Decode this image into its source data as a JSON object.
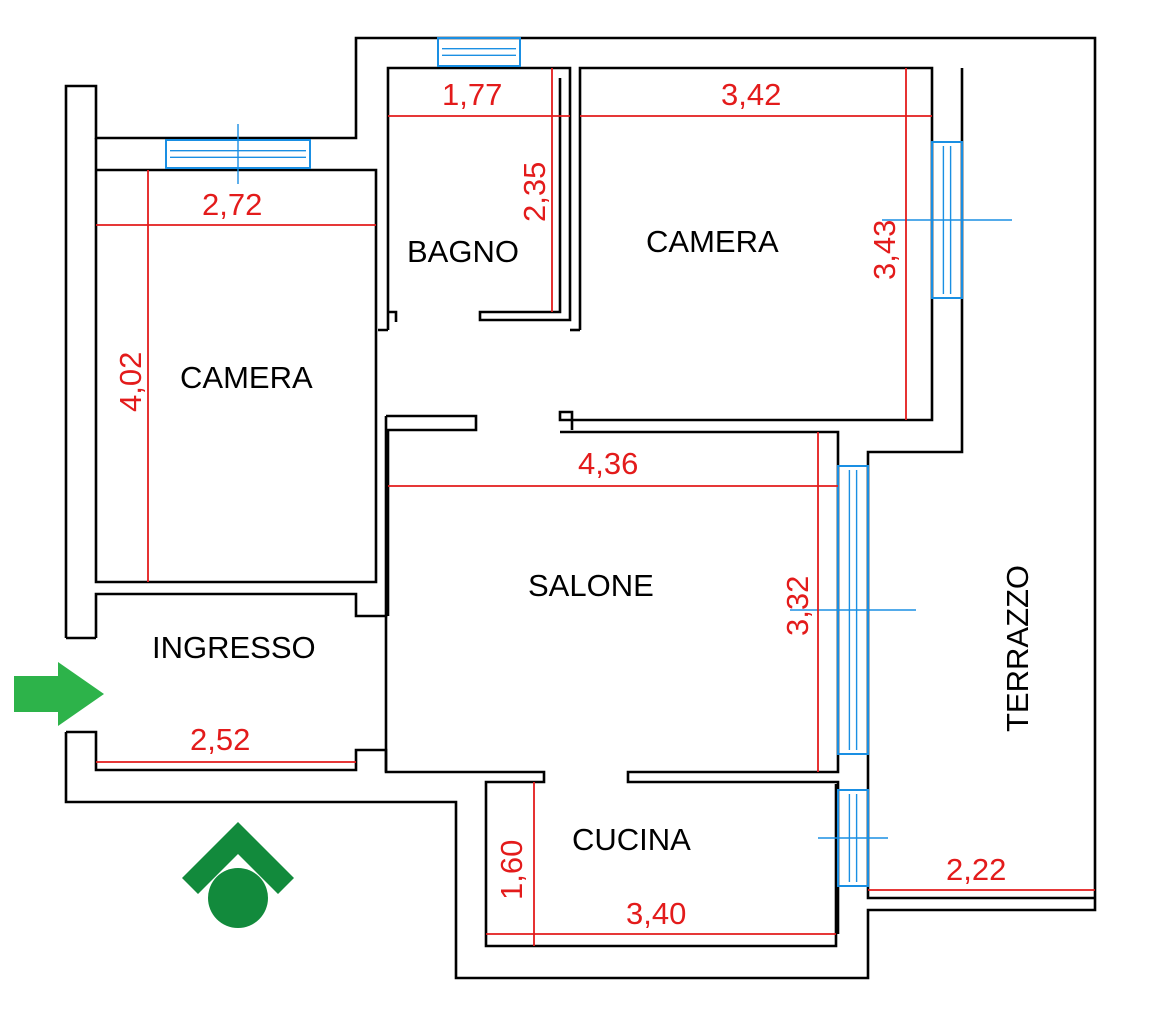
{
  "rooms": {
    "camera_left": "CAMERA",
    "bagno": "BAGNO",
    "camera_right": "CAMERA",
    "salone": "SALONE",
    "ingresso": "INGRESSO",
    "cucina": "CUCINA",
    "terrazzo": "TERRAZZO"
  },
  "dimensions": {
    "camera_left_width": "2,72",
    "camera_left_height": "4,02",
    "bagno_width": "1,77",
    "bagno_height": "2,35",
    "camera_right_width": "3,42",
    "camera_right_height": "3,43",
    "salone_width": "4,36",
    "salone_height": "3,32",
    "ingresso_width": "2,52",
    "cucina_height": "1,60",
    "cucina_width": "3,40",
    "terrazzo_width": "2,22"
  },
  "colors": {
    "walls": "#000000",
    "dimension_lines": "#e31b1b",
    "windows": "#1a8fe3",
    "entrance_arrow": "#2db34a",
    "logo": "#128a3c"
  },
  "icons": {
    "entrance": "entrance-arrow-icon",
    "logo": "agency-logo-icon"
  }
}
